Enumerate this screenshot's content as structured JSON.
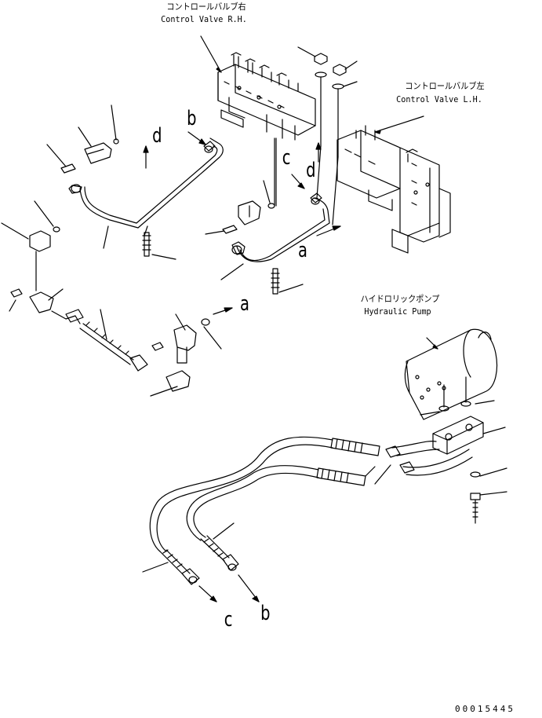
{
  "labels": {
    "control_valve_rh_jp": "コントロールバルブ右",
    "control_valve_rh_en": "Control Valve R.H.",
    "control_valve_lh_jp": "コントロールバルブ左",
    "control_valve_lh_en": "Control Valve L.H.",
    "hydraulic_pump_jp": "ハイドロリックポンプ",
    "hydraulic_pump_en": "Hydraulic Pump"
  },
  "connection_letters": {
    "d_left": "d",
    "b_top": "b",
    "c_mid": "c",
    "d_mid": "d",
    "a_mid": "a",
    "a_left": "a",
    "c_bottom": "c",
    "b_bottom": "b"
  },
  "document_number": "00015445"
}
